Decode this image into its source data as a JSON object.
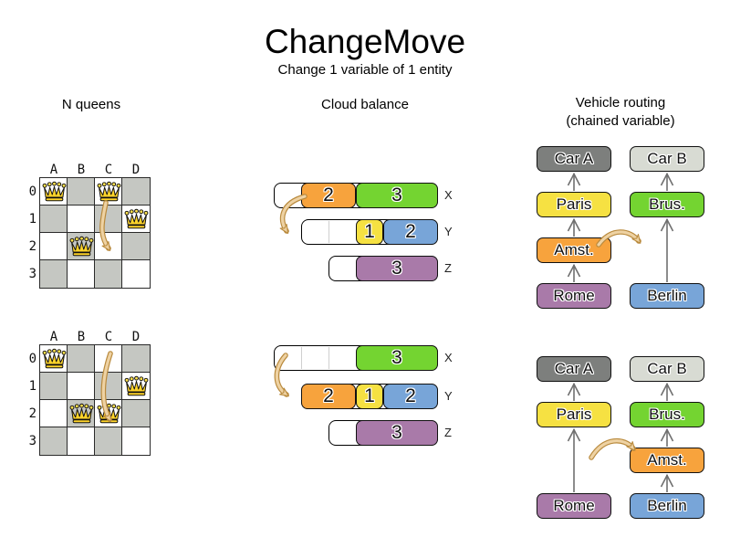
{
  "title": "ChangeMove",
  "subtitle": "Change 1 variable of 1 entity",
  "sections": {
    "nqueens_label": "N queens",
    "cloud_label": "Cloud balance",
    "vrp_label_line1": "Vehicle routing",
    "vrp_label_line2": "(chained variable)"
  },
  "colors": {
    "orange": "#f7a33d",
    "green": "#74d431",
    "yellow": "#f6e142",
    "blue": "#78a5d8",
    "purple": "#a97aa9",
    "car_a_gray": "#7d7f7d",
    "car_b_gray": "#d8dbd3",
    "board_gray": "#c5c7c2",
    "move_arrow": "#eed2a3",
    "move_arrow_outline": "#b98a3d",
    "chain_connector": "#6f6f6f"
  },
  "nqueens": {
    "columns": [
      "A",
      "B",
      "C",
      "D"
    ],
    "rows": [
      "0",
      "1",
      "2",
      "3"
    ],
    "boards": [
      {
        "name": "before",
        "queens": [
          "A0",
          "C0",
          "D1",
          "B2"
        ],
        "move_from": "C0",
        "move_to": "C2"
      },
      {
        "name": "after",
        "queens": [
          "A0",
          "D1",
          "B2",
          "C2"
        ],
        "move_from": "C0",
        "move_to": "C2"
      }
    ]
  },
  "cloud": {
    "diagrams": [
      {
        "name": "before",
        "rows": [
          {
            "label": "X",
            "capacity": 6,
            "blocks": [
              {
                "value": "2",
                "color": "orange",
                "size": 2
              },
              {
                "value": "3",
                "color": "green",
                "size": 3
              }
            ]
          },
          {
            "label": "Y",
            "capacity": 5,
            "blocks": [
              {
                "value": "1",
                "color": "yellow",
                "size": 1
              },
              {
                "value": "2",
                "color": "blue",
                "size": 2
              }
            ]
          },
          {
            "label": "Z",
            "capacity": 4,
            "blocks": [
              {
                "value": "3",
                "color": "purple",
                "size": 3
              }
            ]
          }
        ]
      },
      {
        "name": "after",
        "rows": [
          {
            "label": "X",
            "capacity": 6,
            "blocks": [
              {
                "value": "3",
                "color": "green",
                "size": 3
              }
            ]
          },
          {
            "label": "Y",
            "capacity": 5,
            "blocks": [
              {
                "value": "2",
                "color": "orange",
                "size": 2
              },
              {
                "value": "1",
                "color": "yellow",
                "size": 1
              },
              {
                "value": "2",
                "color": "blue",
                "size": 2
              }
            ]
          },
          {
            "label": "Z",
            "capacity": 4,
            "blocks": [
              {
                "value": "3",
                "color": "purple",
                "size": 3
              }
            ]
          }
        ]
      }
    ]
  },
  "vrp": {
    "diagrams": [
      {
        "name": "before",
        "nodes": [
          {
            "label": "Car A",
            "color": "car_a_gray",
            "col": "left",
            "slot": 0
          },
          {
            "label": "Paris",
            "color": "yellow",
            "col": "left",
            "slot": 1
          },
          {
            "label": "Amst.",
            "color": "orange",
            "col": "left",
            "slot": 2
          },
          {
            "label": "Rome",
            "color": "purple",
            "col": "left",
            "slot": 3
          },
          {
            "label": "Car B",
            "color": "car_b_gray",
            "col": "right",
            "slot": 0
          },
          {
            "label": "Brus.",
            "color": "green",
            "col": "right",
            "slot": 1
          },
          {
            "label": "Berlin",
            "color": "blue",
            "col": "right",
            "slot": 3
          }
        ],
        "links": [
          [
            3,
            2
          ],
          [
            2,
            1
          ],
          [
            1,
            0
          ],
          [
            6,
            5
          ],
          [
            5,
            4
          ]
        ]
      },
      {
        "name": "after",
        "nodes": [
          {
            "label": "Car A",
            "color": "car_a_gray",
            "col": "left",
            "slot": 0
          },
          {
            "label": "Paris",
            "color": "yellow",
            "col": "left",
            "slot": 1
          },
          {
            "label": "Rome",
            "color": "purple",
            "col": "left",
            "slot": 3
          },
          {
            "label": "Car B",
            "color": "car_b_gray",
            "col": "right",
            "slot": 0
          },
          {
            "label": "Brus.",
            "color": "green",
            "col": "right",
            "slot": 1
          },
          {
            "label": "Amst.",
            "color": "orange",
            "col": "right",
            "slot": 2
          },
          {
            "label": "Berlin",
            "color": "blue",
            "col": "right",
            "slot": 3
          }
        ],
        "links": [
          [
            2,
            1
          ],
          [
            1,
            0
          ],
          [
            6,
            5
          ],
          [
            5,
            4
          ],
          [
            4,
            3
          ]
        ]
      }
    ]
  }
}
